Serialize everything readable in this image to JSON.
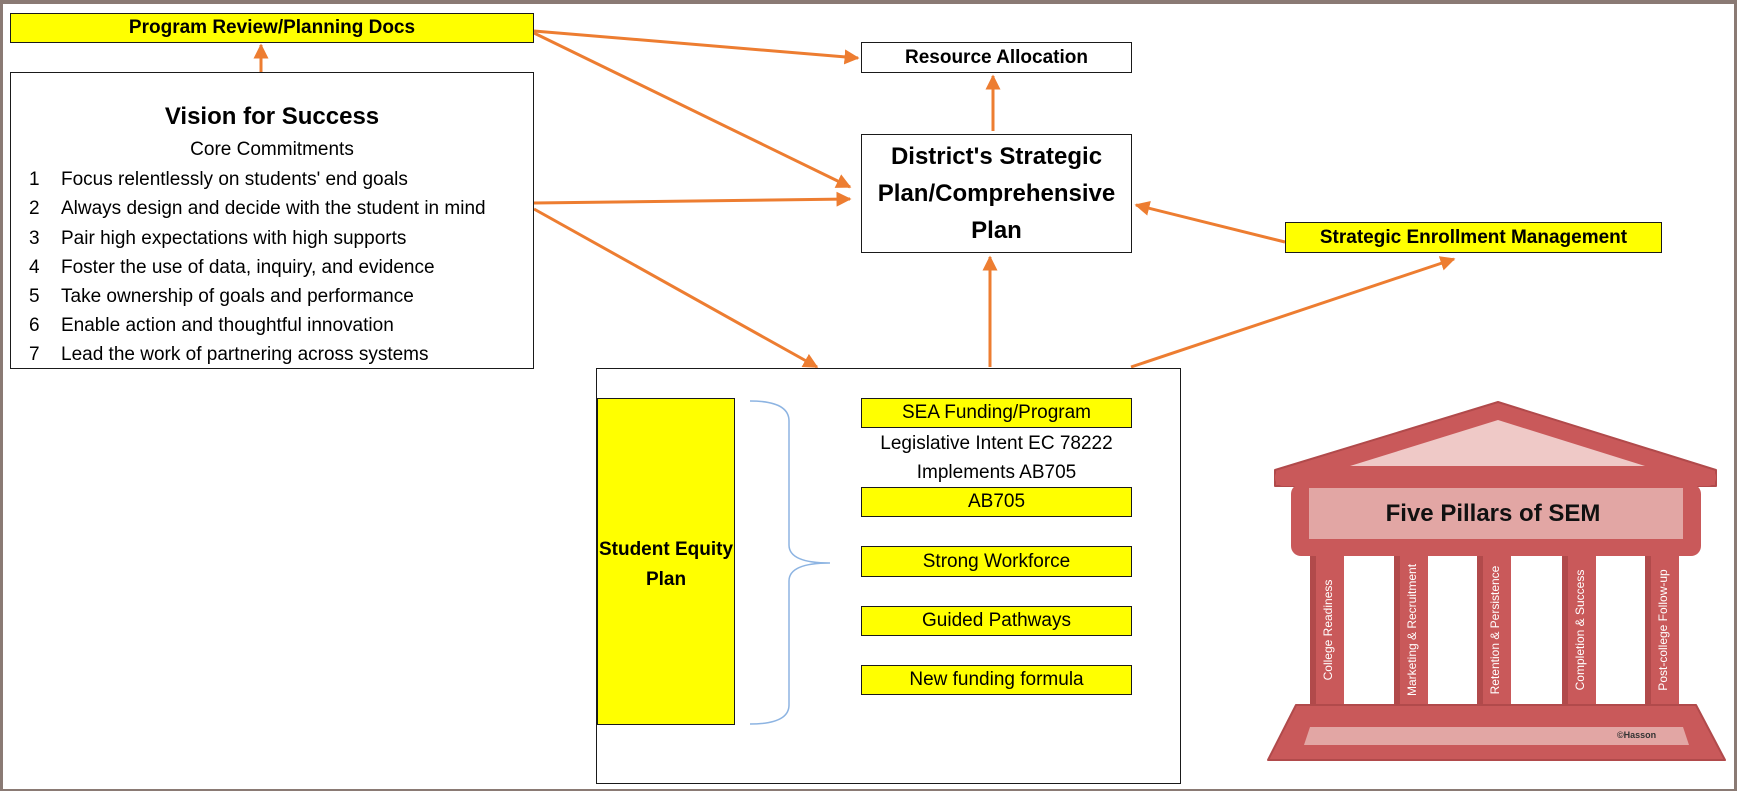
{
  "program_review": "Program Review/Planning Docs",
  "resource_allocation": "Resource Allocation",
  "district_plan": "District's Strategic Plan/Comprehensive Plan",
  "sem": "Strategic Enrollment Management",
  "vision": {
    "title": "Vision for Success",
    "subtitle": "Core Commitments",
    "items": [
      {
        "num": "1",
        "text": "Focus relentlessly on students' end goals"
      },
      {
        "num": "2",
        "text": "Always design and decide with the student in mind"
      },
      {
        "num": "3",
        "text": "Pair high expectations with high supports"
      },
      {
        "num": "4",
        "text": "Foster the use of data, inquiry, and evidence"
      },
      {
        "num": "5",
        "text": "Take ownership of goals and performance"
      },
      {
        "num": "6",
        "text": "Enable action and thoughtful innovation"
      },
      {
        "num": "7",
        "text": "Lead the work of partnering across systems"
      }
    ]
  },
  "equity": {
    "label": "Student Equity Plan",
    "items": {
      "sea": "SEA Funding/Program",
      "legislative": "Legislative Intent EC 78222",
      "implements": "Implements AB705",
      "ab705": "AB705",
      "workforce": "Strong Workforce",
      "pathways": "Guided Pathways",
      "funding": "New funding formula"
    }
  },
  "pillars": {
    "title": "Five Pillars of SEM",
    "columns": [
      "College Readiness",
      "Marketing & Recruitment",
      "Retention & Persistence",
      "Completion & Success",
      "Post-college Follow-up"
    ],
    "credit": "©Hasson"
  },
  "colors": {
    "arrow": "#ED7D31",
    "highlight": "#FFFF00",
    "pillar_fill": "#C9595A",
    "pillar_light": "#E2A6A4",
    "brace": "#8DB4E2"
  }
}
